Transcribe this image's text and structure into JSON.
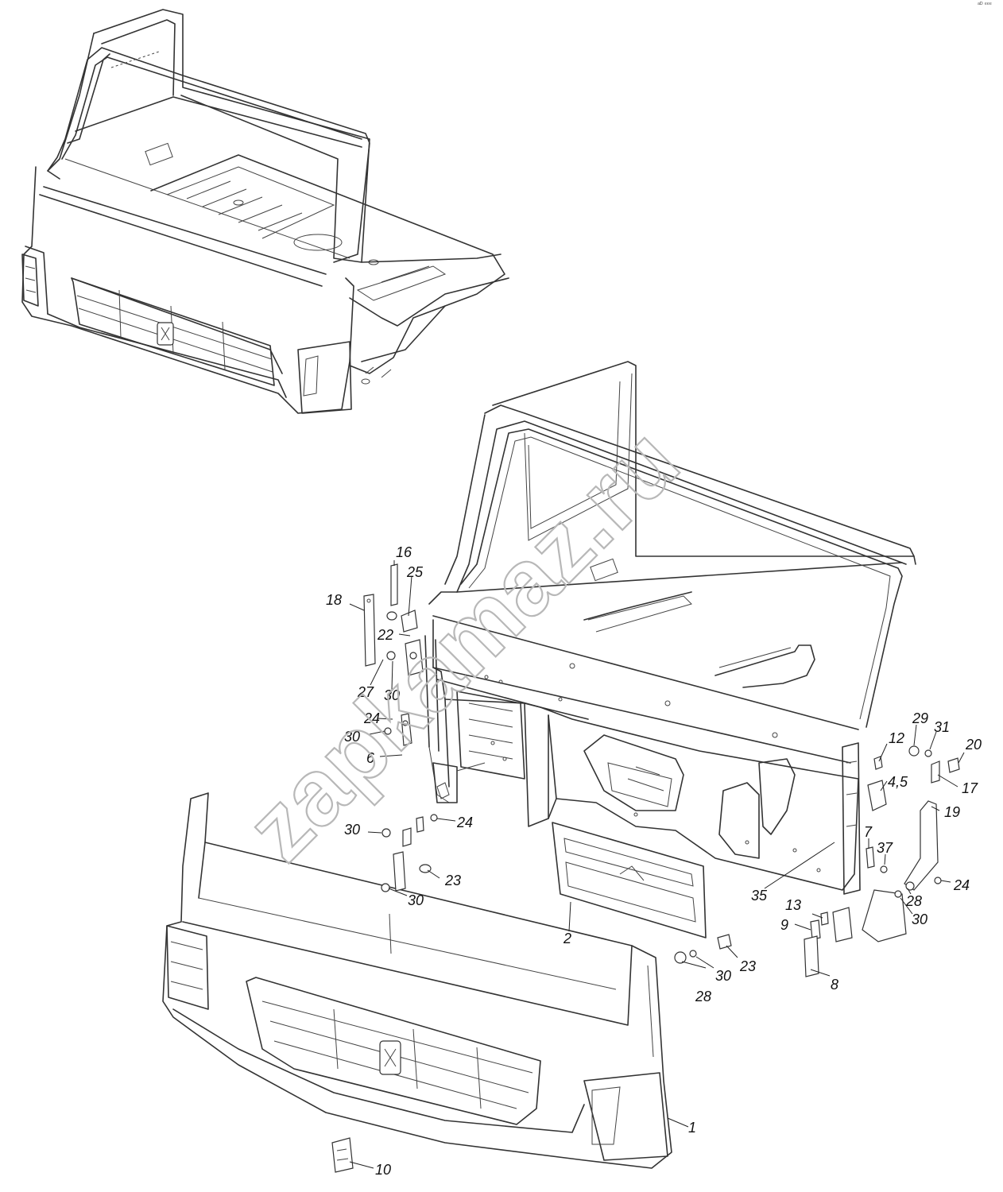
{
  "watermark": "zapkamaz.ru",
  "corner_mark": "ᵃᴰ ᵉᵉᵉ",
  "callouts": [
    {
      "id": "c1",
      "text": "1"
    },
    {
      "id": "c2",
      "text": "2"
    },
    {
      "id": "c45",
      "text": "4,5"
    },
    {
      "id": "c6",
      "text": "6"
    },
    {
      "id": "c7",
      "text": "7"
    },
    {
      "id": "c8",
      "text": "8"
    },
    {
      "id": "c9",
      "text": "9"
    },
    {
      "id": "c10",
      "text": "10"
    },
    {
      "id": "c12",
      "text": "12"
    },
    {
      "id": "c13",
      "text": "13"
    },
    {
      "id": "c16",
      "text": "16"
    },
    {
      "id": "c17",
      "text": "17"
    },
    {
      "id": "c18",
      "text": "18"
    },
    {
      "id": "c19",
      "text": "19"
    },
    {
      "id": "c20",
      "text": "20"
    },
    {
      "id": "c22",
      "text": "22"
    },
    {
      "id": "c23a",
      "text": "23"
    },
    {
      "id": "c23b",
      "text": "23"
    },
    {
      "id": "c24a",
      "text": "24"
    },
    {
      "id": "c24b",
      "text": "24"
    },
    {
      "id": "c24c",
      "text": "24"
    },
    {
      "id": "c25",
      "text": "25"
    },
    {
      "id": "c27",
      "text": "27"
    },
    {
      "id": "c28a",
      "text": "28"
    },
    {
      "id": "c28b",
      "text": "28"
    },
    {
      "id": "c29",
      "text": "29"
    },
    {
      "id": "c30a",
      "text": "30"
    },
    {
      "id": "c30b",
      "text": "30"
    },
    {
      "id": "c30c",
      "text": "30"
    },
    {
      "id": "c30d",
      "text": "30"
    },
    {
      "id": "c30e",
      "text": "30"
    },
    {
      "id": "c30f",
      "text": "30"
    },
    {
      "id": "c31",
      "text": "31"
    },
    {
      "id": "c35",
      "text": "35"
    },
    {
      "id": "c37",
      "text": "37"
    }
  ]
}
